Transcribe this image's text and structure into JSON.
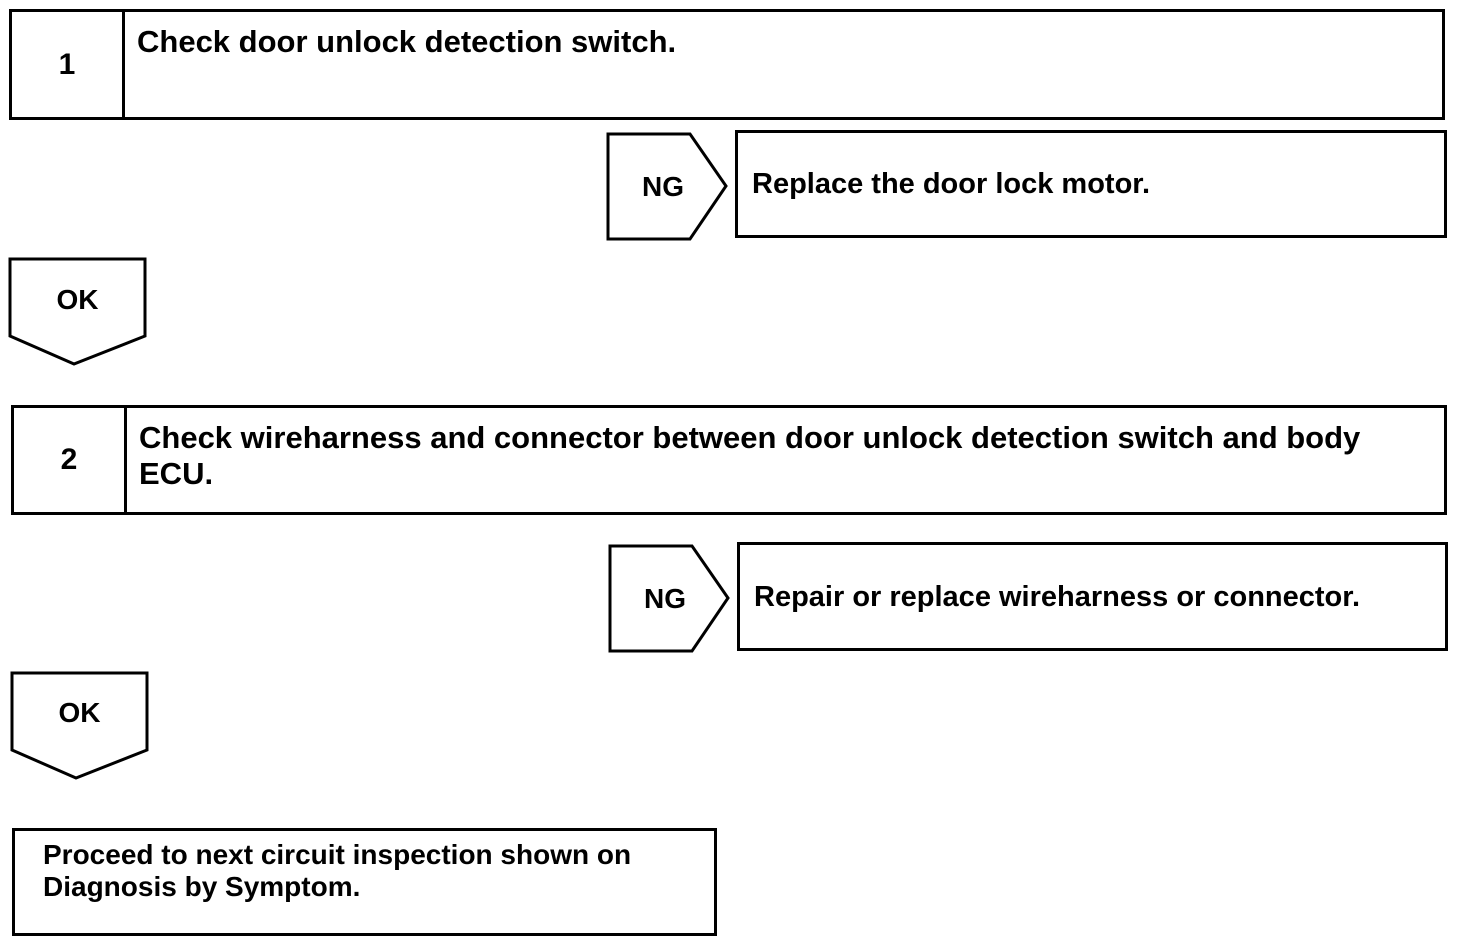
{
  "step1": {
    "number": "1",
    "text": "Check door unlock detection switch."
  },
  "ng1": {
    "label": "NG",
    "result": "Replace the door lock motor."
  },
  "ok1": {
    "label": "OK"
  },
  "step2": {
    "number": "2",
    "text": "Check wireharness and connector between door unlock detection switch and body ECU."
  },
  "ng2": {
    "label": "NG",
    "result": "Repair or replace wireharness or connector."
  },
  "ok2": {
    "label": "OK"
  },
  "end": {
    "text": "Proceed to next circuit inspection shown on Diagnosis by Symptom."
  }
}
